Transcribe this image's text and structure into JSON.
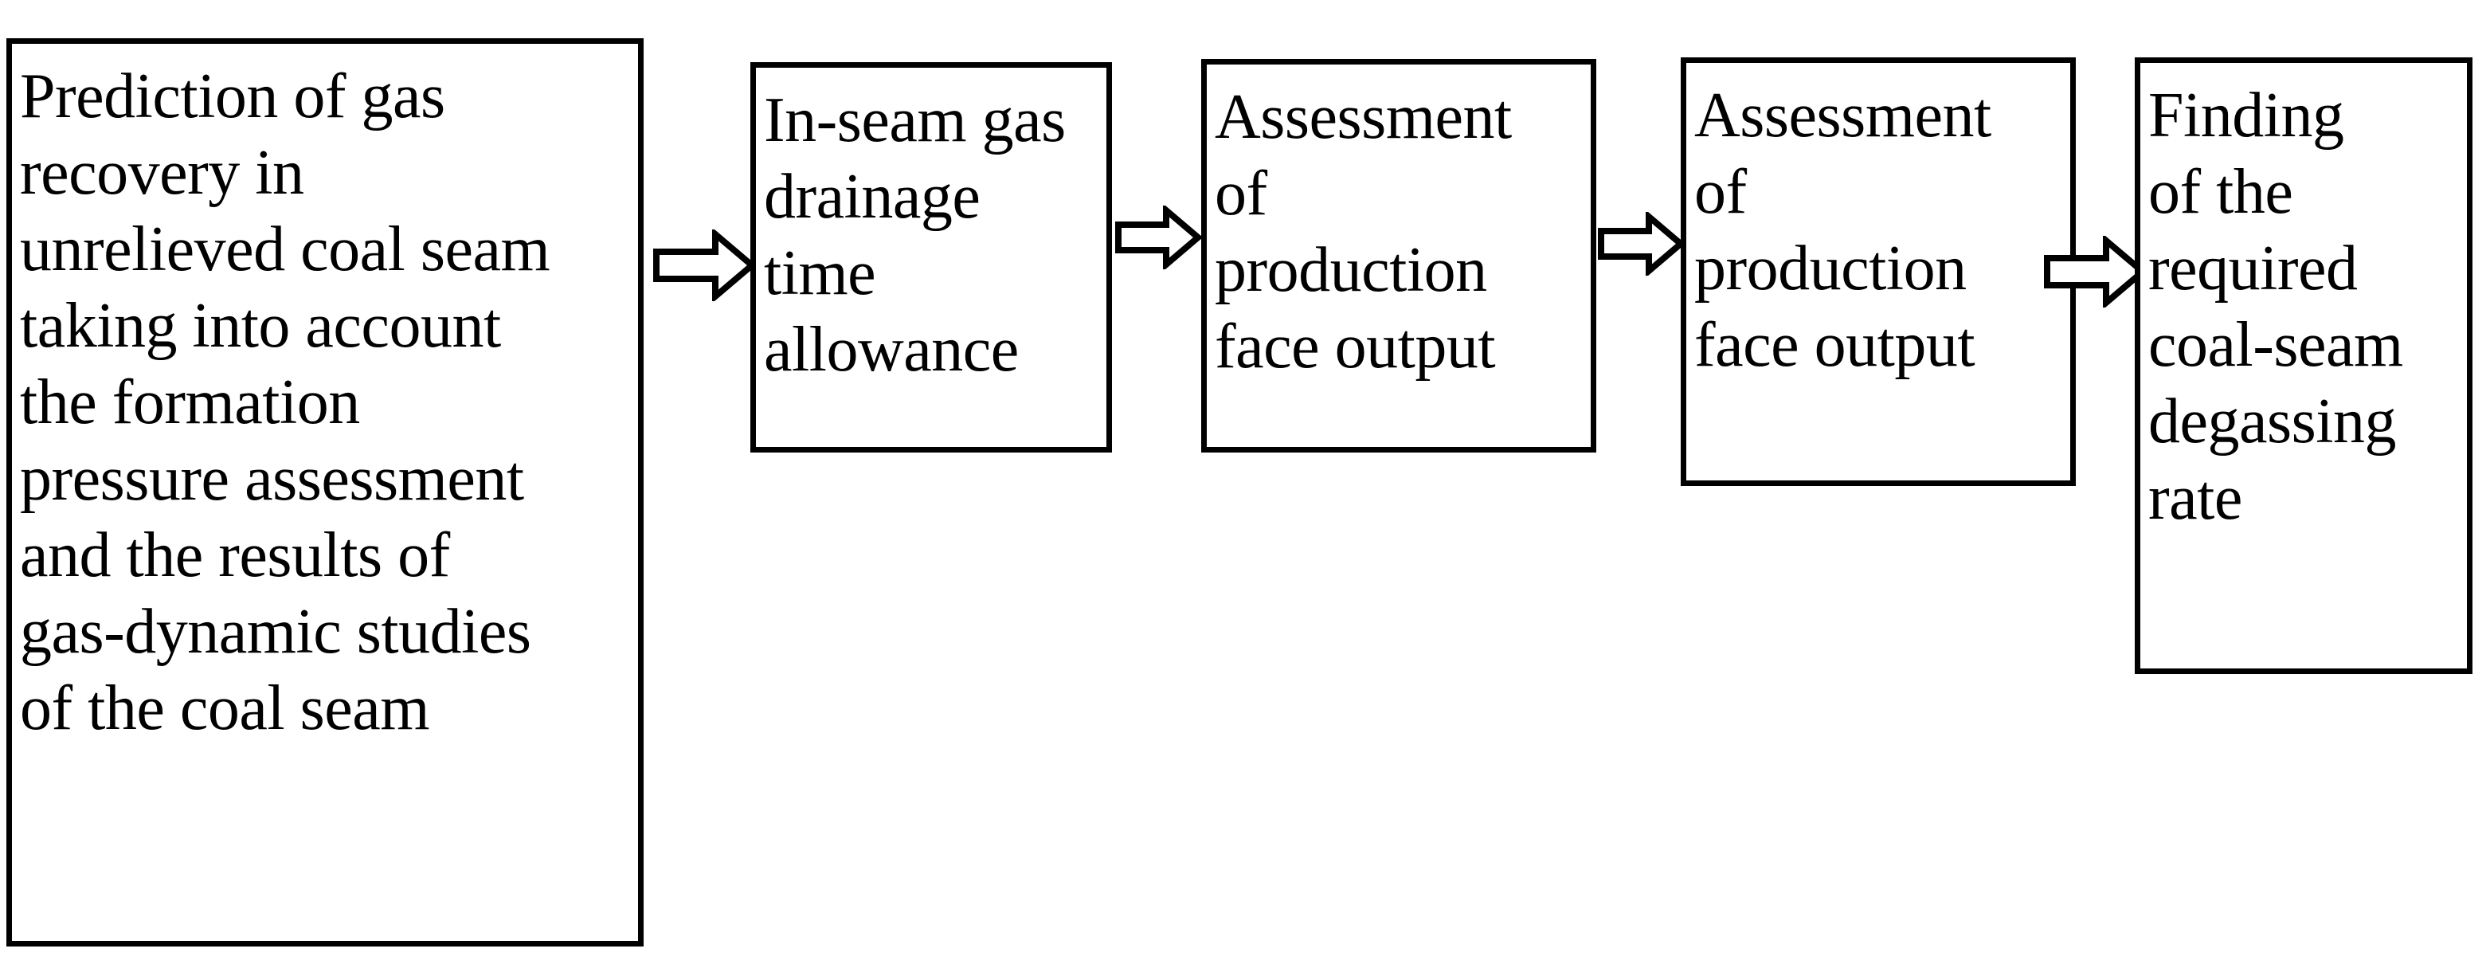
{
  "steps": [
    {
      "lines": [
        "Prediction of gas",
        "recovery in",
        "unrelieved coal seam",
        "taking into account",
        "the formation",
        "pressure assessment",
        "and the results of",
        "gas-dynamic studies",
        "of the coal seam"
      ]
    },
    {
      "lines": [
        "In-seam gas",
        "drainage",
        "time",
        "allowance"
      ]
    },
    {
      "lines": [
        "Assessment",
        "of",
        "production",
        "face output"
      ]
    },
    {
      "lines": [
        "Assessment",
        "of",
        "production",
        "face output"
      ]
    },
    {
      "lines": [
        "Finding",
        "of the",
        "required",
        "coal-seam",
        "degassing",
        "rate"
      ]
    }
  ]
}
